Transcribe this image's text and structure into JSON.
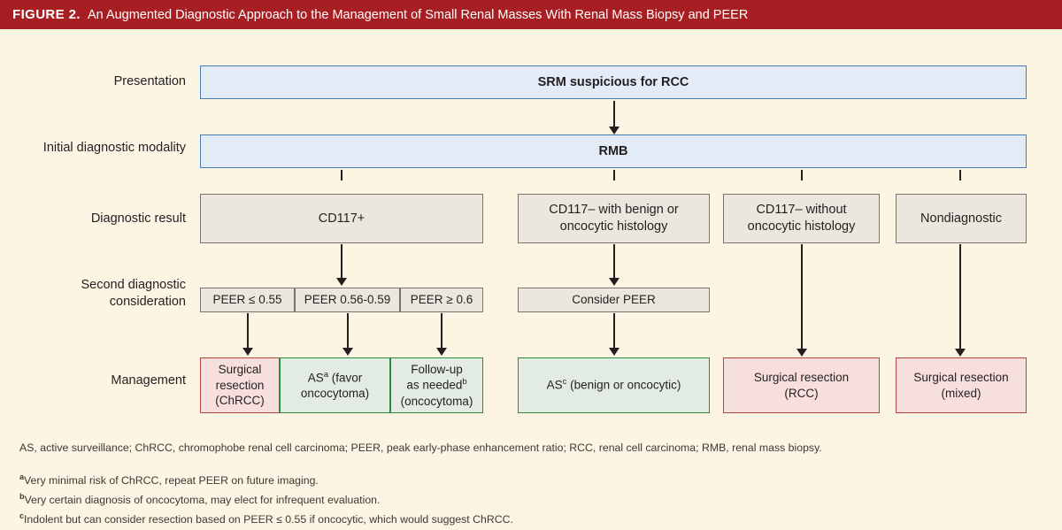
{
  "header": {
    "figure_tag": "FIGURE 2.",
    "title": "An Augmented Diagnostic Approach to the Management of Small Renal Masses With Renal Mass Biopsy and PEER",
    "banner_color": "#a81f23",
    "text_color": "#ffffff"
  },
  "page": {
    "background_color": "#fdf5e4"
  },
  "row_labels": {
    "presentation": "Presentation",
    "initial_modality": "Initial diagnostic modality",
    "diagnostic_result": "Diagnostic result",
    "second_consideration": "Second diagnostic\nconsideration",
    "management": "Management"
  },
  "flow": {
    "presentation_box": {
      "text": "SRM suspicious for RCC",
      "style": "blue",
      "fill": "#e2ebf6",
      "border": "#4a7db5"
    },
    "modality_box": {
      "text": "RMB",
      "style": "blue",
      "fill": "#e2ebf6",
      "border": "#4a7db5"
    },
    "diagnostic_results": [
      {
        "text": "CD117+",
        "style": "gray",
        "fill": "#ece7de",
        "border": "#7a756c"
      },
      {
        "text": "CD117– with benign or\noncocytic histology",
        "style": "gray",
        "fill": "#ece7de",
        "border": "#7a756c"
      },
      {
        "text": "CD117– without\noncocytic histology",
        "style": "gray",
        "fill": "#ece7de",
        "border": "#7a756c"
      },
      {
        "text": "Nondiagnostic",
        "style": "gray",
        "fill": "#ece7de",
        "border": "#7a756c"
      }
    ],
    "second_considerations": [
      {
        "text": "PEER ≤ 0.55",
        "style": "gray"
      },
      {
        "text": "PEER 0.56-0.59",
        "style": "gray"
      },
      {
        "text": "PEER ≥ 0.6",
        "style": "gray"
      },
      {
        "text": "Consider PEER",
        "style": "gray"
      }
    ],
    "management": [
      {
        "text": "Surgical\nresection\n(ChRCC)",
        "style": "red",
        "fill": "#f7dfdd",
        "border": "#b4443f"
      },
      {
        "text_before": "AS",
        "superscript": "a",
        "text_after": " (favor\noncocytoma)",
        "style": "green",
        "fill": "#e3ece3",
        "border": "#2c8a3f"
      },
      {
        "text_before": "Follow-up\nas needed",
        "superscript": "b",
        "text_after": "\n(oncocytoma)",
        "style": "green",
        "fill": "#e3ece3",
        "border": "#2c8a3f"
      },
      {
        "text_before": "AS",
        "superscript": "c",
        "text_after": " (benign or oncocytic)",
        "style": "green",
        "fill": "#e3ece3",
        "border": "#2c8a3f"
      },
      {
        "text": "Surgical resection\n(RCC)",
        "style": "red",
        "fill": "#f7dfdd",
        "border": "#b4443f"
      },
      {
        "text": "Surgical resection\n(mixed)",
        "style": "red",
        "fill": "#f7dfdd",
        "border": "#b4443f"
      }
    ]
  },
  "footnotes": {
    "abbreviations": "AS, active surveillance; ChRCC, chromophobe renal cell carcinoma; PEER, peak early-phase enhancement ratio; RCC, renal cell carcinoma; RMB, renal mass biopsy.",
    "note_a_marker": "a",
    "note_a": "Very minimal risk of ChRCC, repeat PEER on future imaging.",
    "note_b_marker": "b",
    "note_b": "Very certain diagnosis of oncocytoma, may elect for infrequent evaluation.",
    "note_c_marker": "c",
    "note_c": "Indolent but can consider resection based on PEER ≤ 0.55 if oncocytic, which would suggest ChRCC."
  }
}
